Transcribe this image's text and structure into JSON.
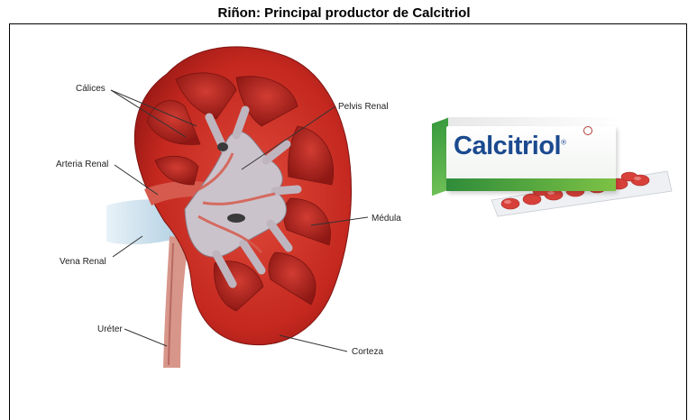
{
  "title": "Riñon: Principal productor de Calcitriol",
  "labels": {
    "calices": "Cálices",
    "pelvis": "Pelvis Renal",
    "arteria": "Arteria Renal",
    "medula": "Médula",
    "vena": "Vena Renal",
    "ureter": "Uréter",
    "corteza": "Corteza"
  },
  "product": {
    "brand": "Calcitriol",
    "trademark": "®"
  },
  "colors": {
    "cortex": "#c4281f",
    "medulla": "#a61c18",
    "pelvis": "#c9c3c8",
    "vein": "#bcd6e6",
    "artery": "#d94b3f"
  }
}
